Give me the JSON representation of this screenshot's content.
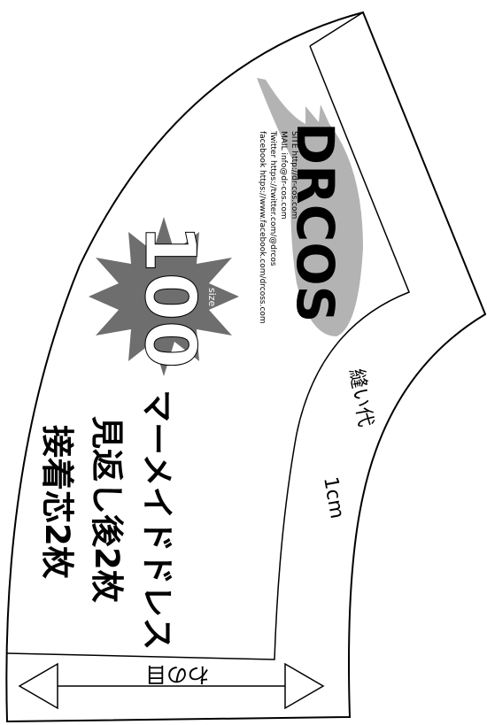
{
  "brand": {
    "logo_text": "DRCOS",
    "site": "SITE http://dr-cos.com",
    "mail": "MAIL info@dr-cos.com",
    "twitter": "Twitter https://twitter.com/@drcos",
    "facebook": "facebook https://www.facebook.com/drcoss.com"
  },
  "size_badge": {
    "label": "size",
    "value": "100"
  },
  "piece": {
    "title_line1": "マーメイドドレス",
    "title_line2": "見返し後2枚",
    "title_line3": "接着芯2枚"
  },
  "seam_allowance": {
    "label": "縫い代",
    "value": "1cm"
  },
  "grain": {
    "label": "わの目"
  },
  "colors": {
    "outline": "#000000",
    "badge": "#6e6e6e",
    "logo_shape": "#b3b3b3"
  }
}
